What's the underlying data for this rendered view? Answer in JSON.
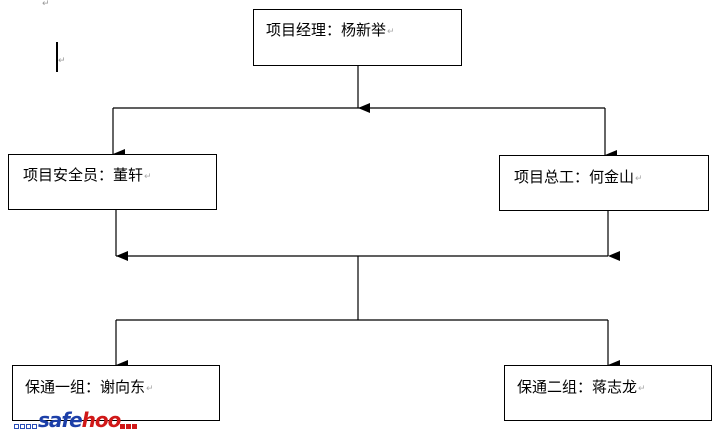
{
  "top_marker": "↵",
  "nodes": {
    "manager": "项目经理：杨新举",
    "safety_officer": "项目安全员：董轩",
    "chief_engineer": "项目总工：何金山",
    "team_one": "保通一组：谢向东",
    "team_two": "保通二组：蒋志龙"
  },
  "paragraph_mark": "↵",
  "watermark": {
    "part1": "safe",
    "part2": "hoo"
  }
}
